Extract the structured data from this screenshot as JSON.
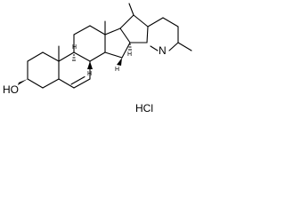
{
  "molecule": {
    "hydroxyl_label": "HO",
    "nitrogen_label": "N",
    "salt_label": "HCl",
    "stereo_h_label": "H",
    "line_color": "#000000",
    "background": "#ffffff"
  }
}
